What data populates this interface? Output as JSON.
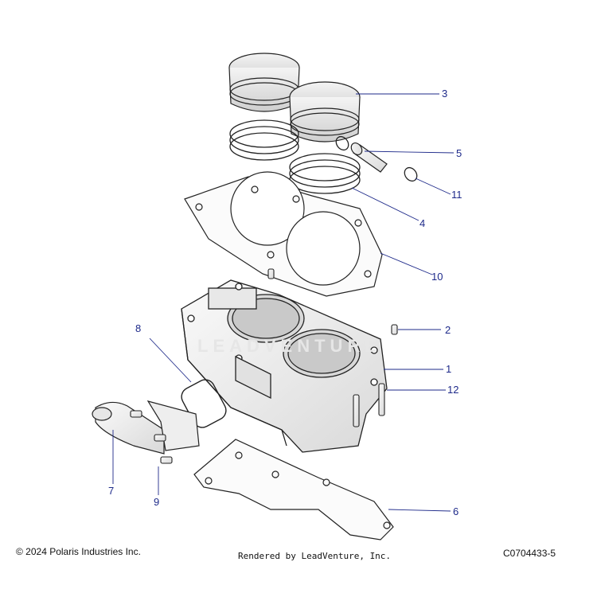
{
  "callouts": [
    {
      "id": "1",
      "label": "1"
    },
    {
      "id": "2",
      "label": "2"
    },
    {
      "id": "3",
      "label": "3"
    },
    {
      "id": "4",
      "label": "4"
    },
    {
      "id": "5",
      "label": "5"
    },
    {
      "id": "6",
      "label": "6"
    },
    {
      "id": "7",
      "label": "7"
    },
    {
      "id": "8",
      "label": "8"
    },
    {
      "id": "9",
      "label": "9"
    },
    {
      "id": "10",
      "label": "10"
    },
    {
      "id": "11",
      "label": "11"
    },
    {
      "id": "12",
      "label": "12"
    }
  ],
  "footer": {
    "copyright": "© 2024 Polaris Industries Inc.",
    "rendered_by": "Rendered by LeadVenture, Inc.",
    "diagram_code": "C0704433-5"
  },
  "watermark": {
    "text": "LEADVENTURE"
  },
  "colors": {
    "callout": "#1e2a8a",
    "line_art": "#222222",
    "part_fill": "#f1f1f1",
    "leader": "#1e2a8a"
  }
}
